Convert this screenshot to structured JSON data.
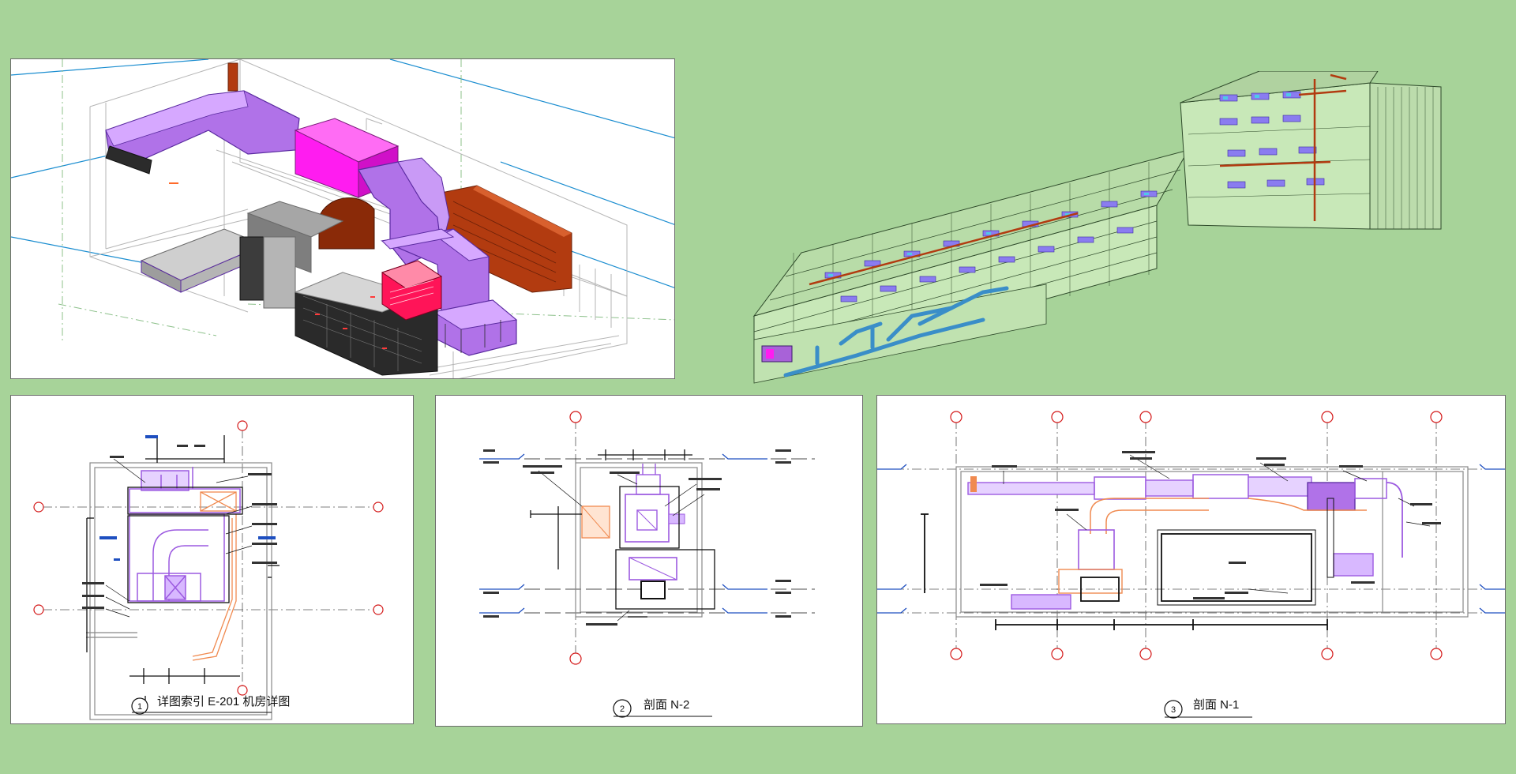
{
  "colors": {
    "background": "#a7d399",
    "duct_purple": "#b072e8",
    "duct_magenta": "#ff1cf0",
    "duct_red": "#ff1458",
    "brick": "#b23b10",
    "pipe_blue": "#3a8ec8",
    "grid_red": "#d41818",
    "line_blue": "#1a8dd0"
  },
  "drawings": {
    "detail_1": {
      "number": "1",
      "title": "详图索引 E-201 机房详图"
    },
    "section_2": {
      "number": "2",
      "title": "剖面 N-2"
    },
    "section_3": {
      "number": "3",
      "title": "剖面 N-1"
    }
  }
}
